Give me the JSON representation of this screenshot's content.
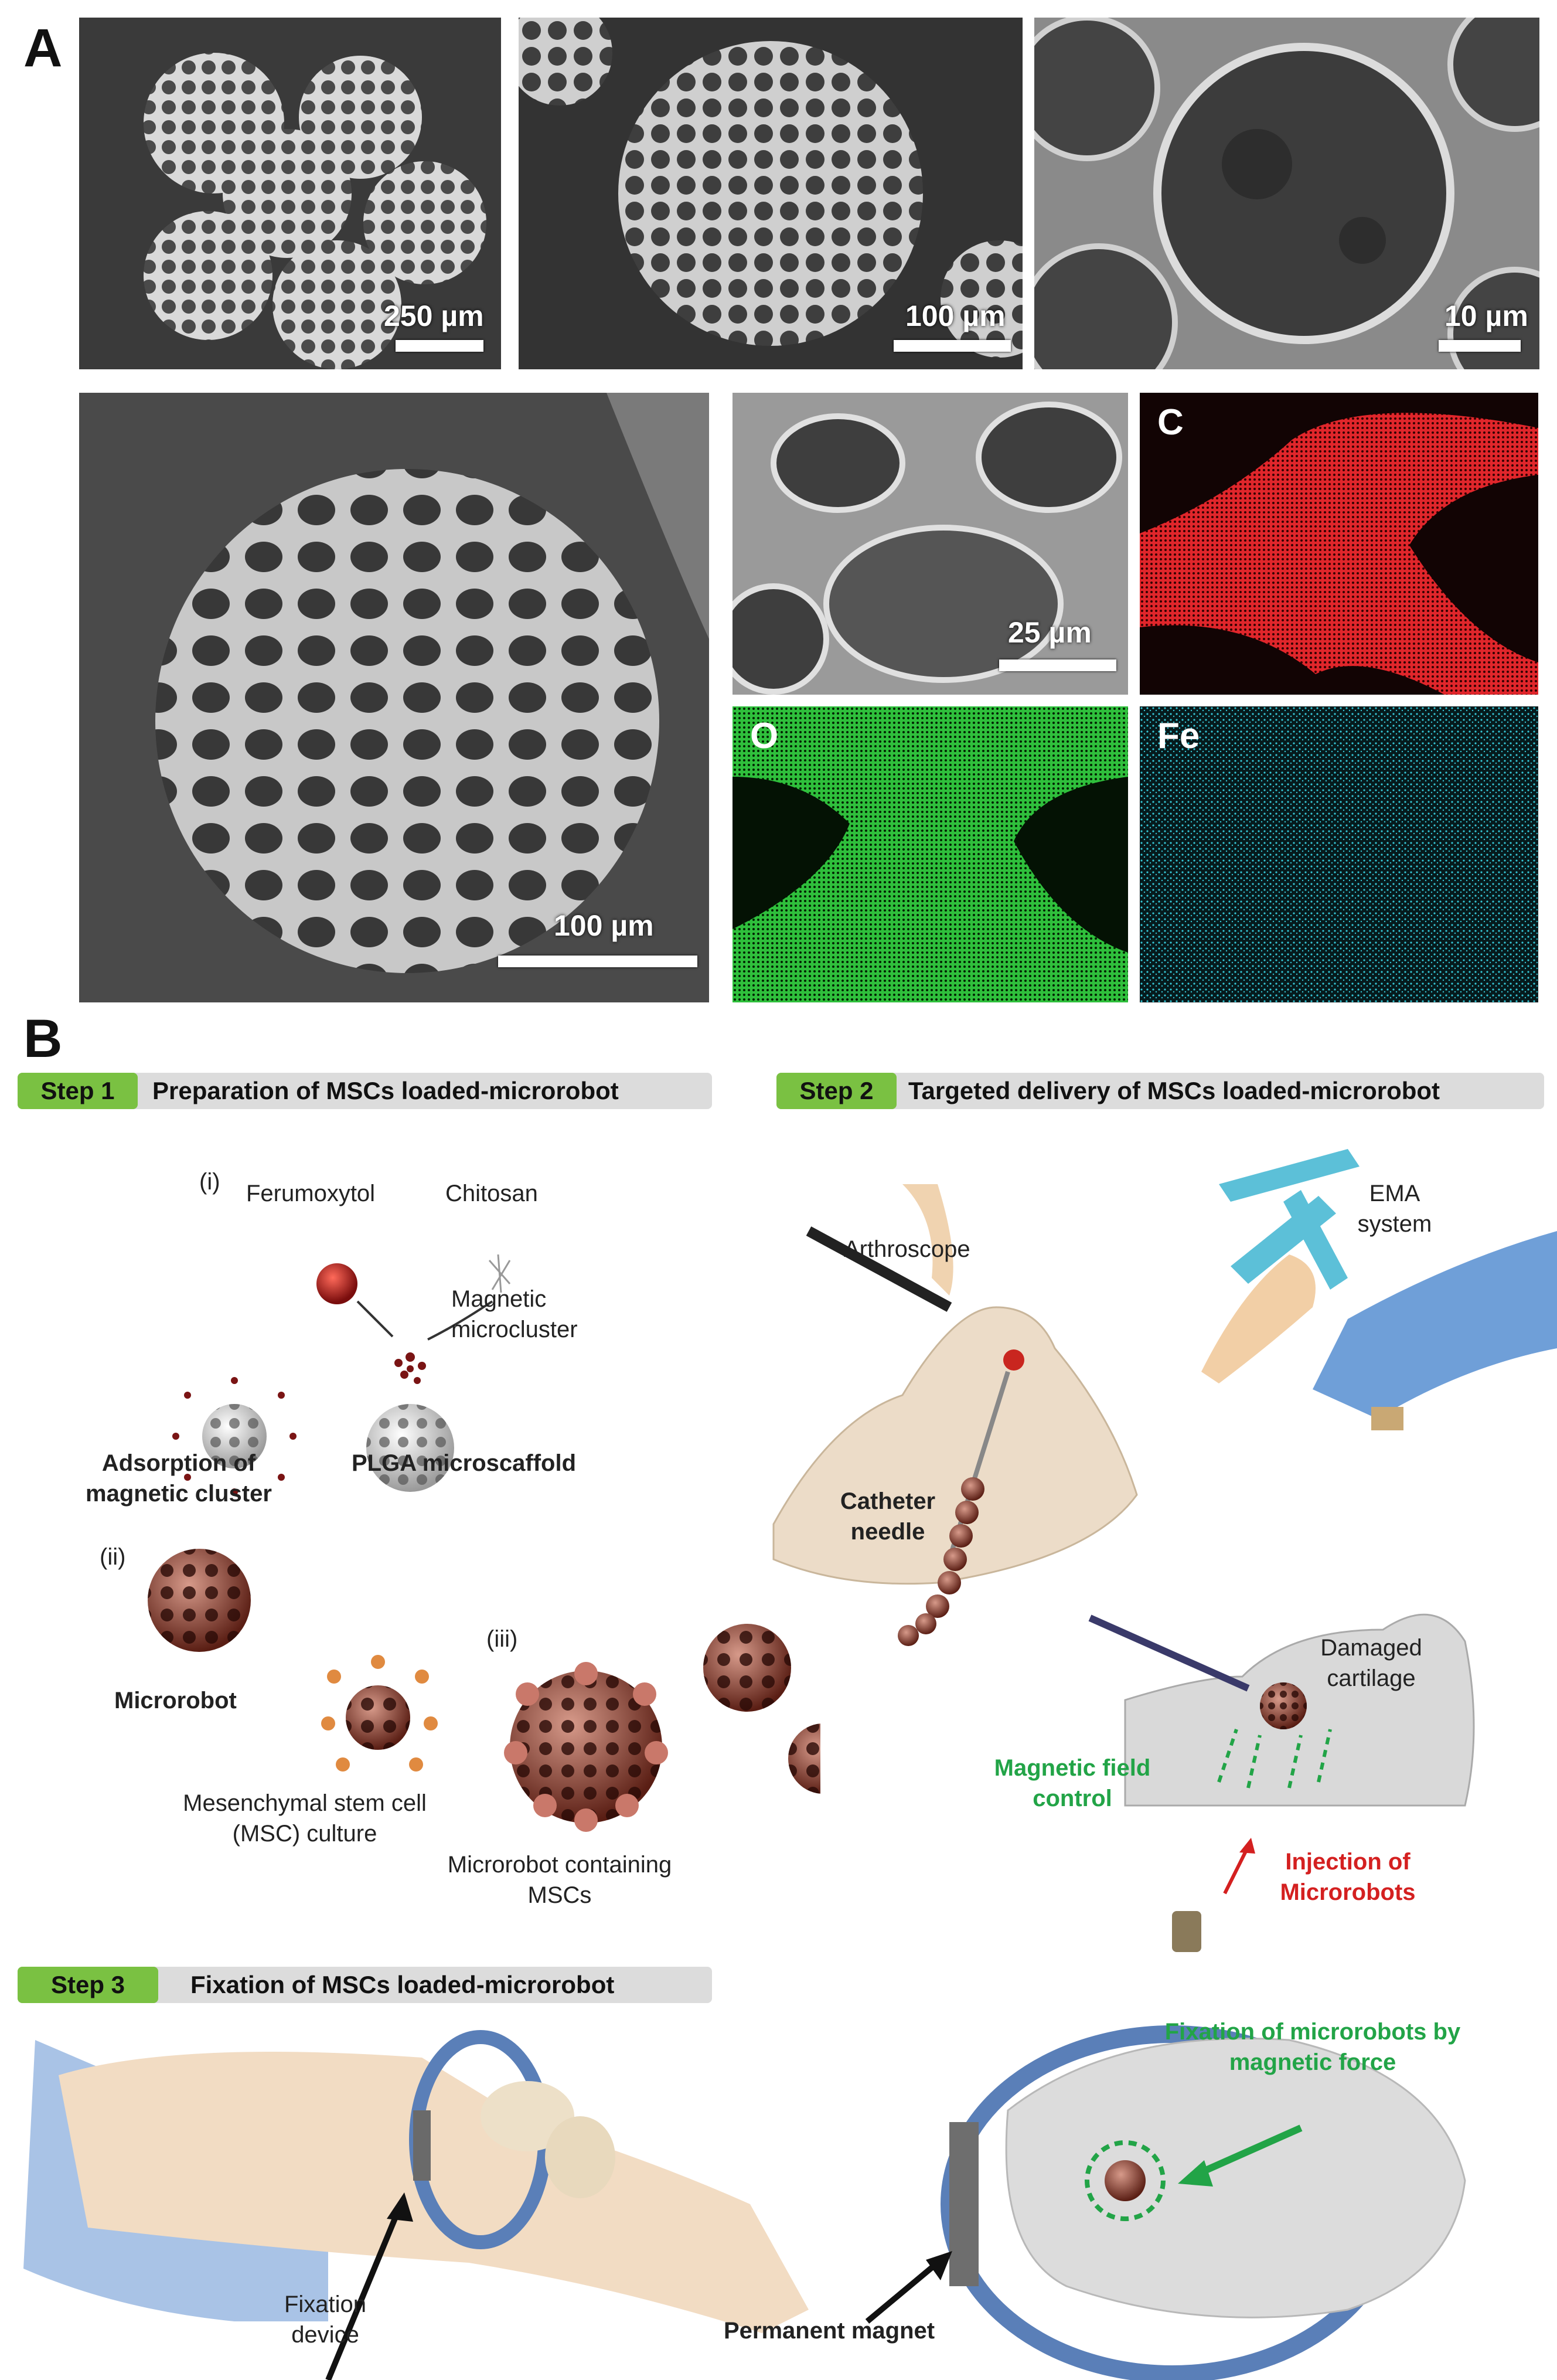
{
  "panel_a": {
    "letter": "A",
    "sem": [
      {
        "scale": "250 µm"
      },
      {
        "scale": "100 µm"
      },
      {
        "scale": "10 µm"
      },
      {
        "scale": "100 µm"
      },
      {
        "scale": "25 µm"
      }
    ],
    "maps": [
      {
        "element": "C",
        "color": "#e0262b"
      },
      {
        "element": "O",
        "color": "#2fbf3c"
      },
      {
        "element": "Fe",
        "color": "#35c6d6"
      }
    ]
  },
  "panel_b": {
    "letter": "B",
    "step1": {
      "badge": "Step 1",
      "title": "Preparation of MSCs loaded-microrobot"
    },
    "step2": {
      "badge": "Step 2",
      "title": "Targeted delivery of MSCs loaded-microrobot"
    },
    "step3": {
      "badge": "Step 3",
      "title": "Fixation of MSCs loaded-microrobot"
    },
    "labels": {
      "i": "(i)",
      "ii": "(ii)",
      "iii": "(iii)",
      "ferumoxytol": "Ferumoxytol",
      "chitosan": "Chitosan",
      "magnetic_microcluster": "Magnetic microcluster",
      "adsorption": "Adsorption of magnetic cluster",
      "plga": "PLGA microscaffold",
      "microrobot": "Microrobot",
      "msc_culture": "Mesenchymal stem cell (MSC) culture",
      "microrobot_msc": "Microrobot containing MSCs",
      "arthroscope": "Arthroscope",
      "ema": "EMA system",
      "catheter": "Catheter needle",
      "damaged": "Damaged cartilage",
      "mag_control": "Magnetic field control",
      "injection": "Injection of Microrobots",
      "fixation_device": "Fixation device",
      "permanent_magnet": "Permanent magnet",
      "fixation_force": "Fixation of microrobots by magnetic force"
    },
    "colors": {
      "step_badge": "#7ac142",
      "step_bar": "#dcdcdc",
      "green_text": "#22a447",
      "red_text": "#d42020",
      "microrobot": "#8b3a2e"
    }
  }
}
